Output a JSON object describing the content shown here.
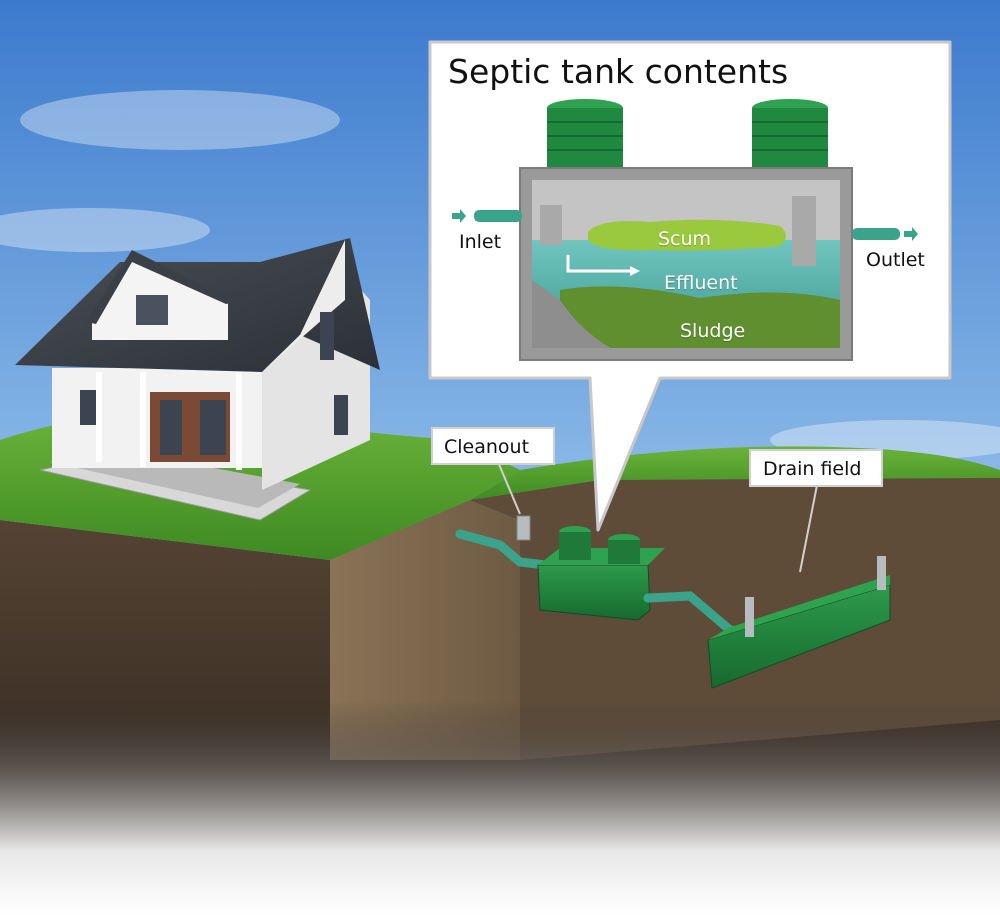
{
  "diagram": {
    "title": "Septic tank contents",
    "tank_labels": {
      "inlet": "Inlet",
      "outlet": "Outlet",
      "scum": "Scum",
      "effluent": "Effluent",
      "sludge": "Sludge"
    },
    "site_labels": {
      "cleanout": "Cleanout",
      "drain_field": "Drain field"
    }
  },
  "colors": {
    "sky_top": "#3f7fd0",
    "sky_bottom": "#cfe3f7",
    "grass": "#4f9a2c",
    "soil": "#4a3b2c",
    "tank_green": "#1f7a3a",
    "pipe_teal": "#3aa38a",
    "water": "#4fb3ad",
    "scum": "#8fbf3a",
    "sludge": "#5c8a2e"
  },
  "icons": [
    "flow-arrow-icon"
  ]
}
